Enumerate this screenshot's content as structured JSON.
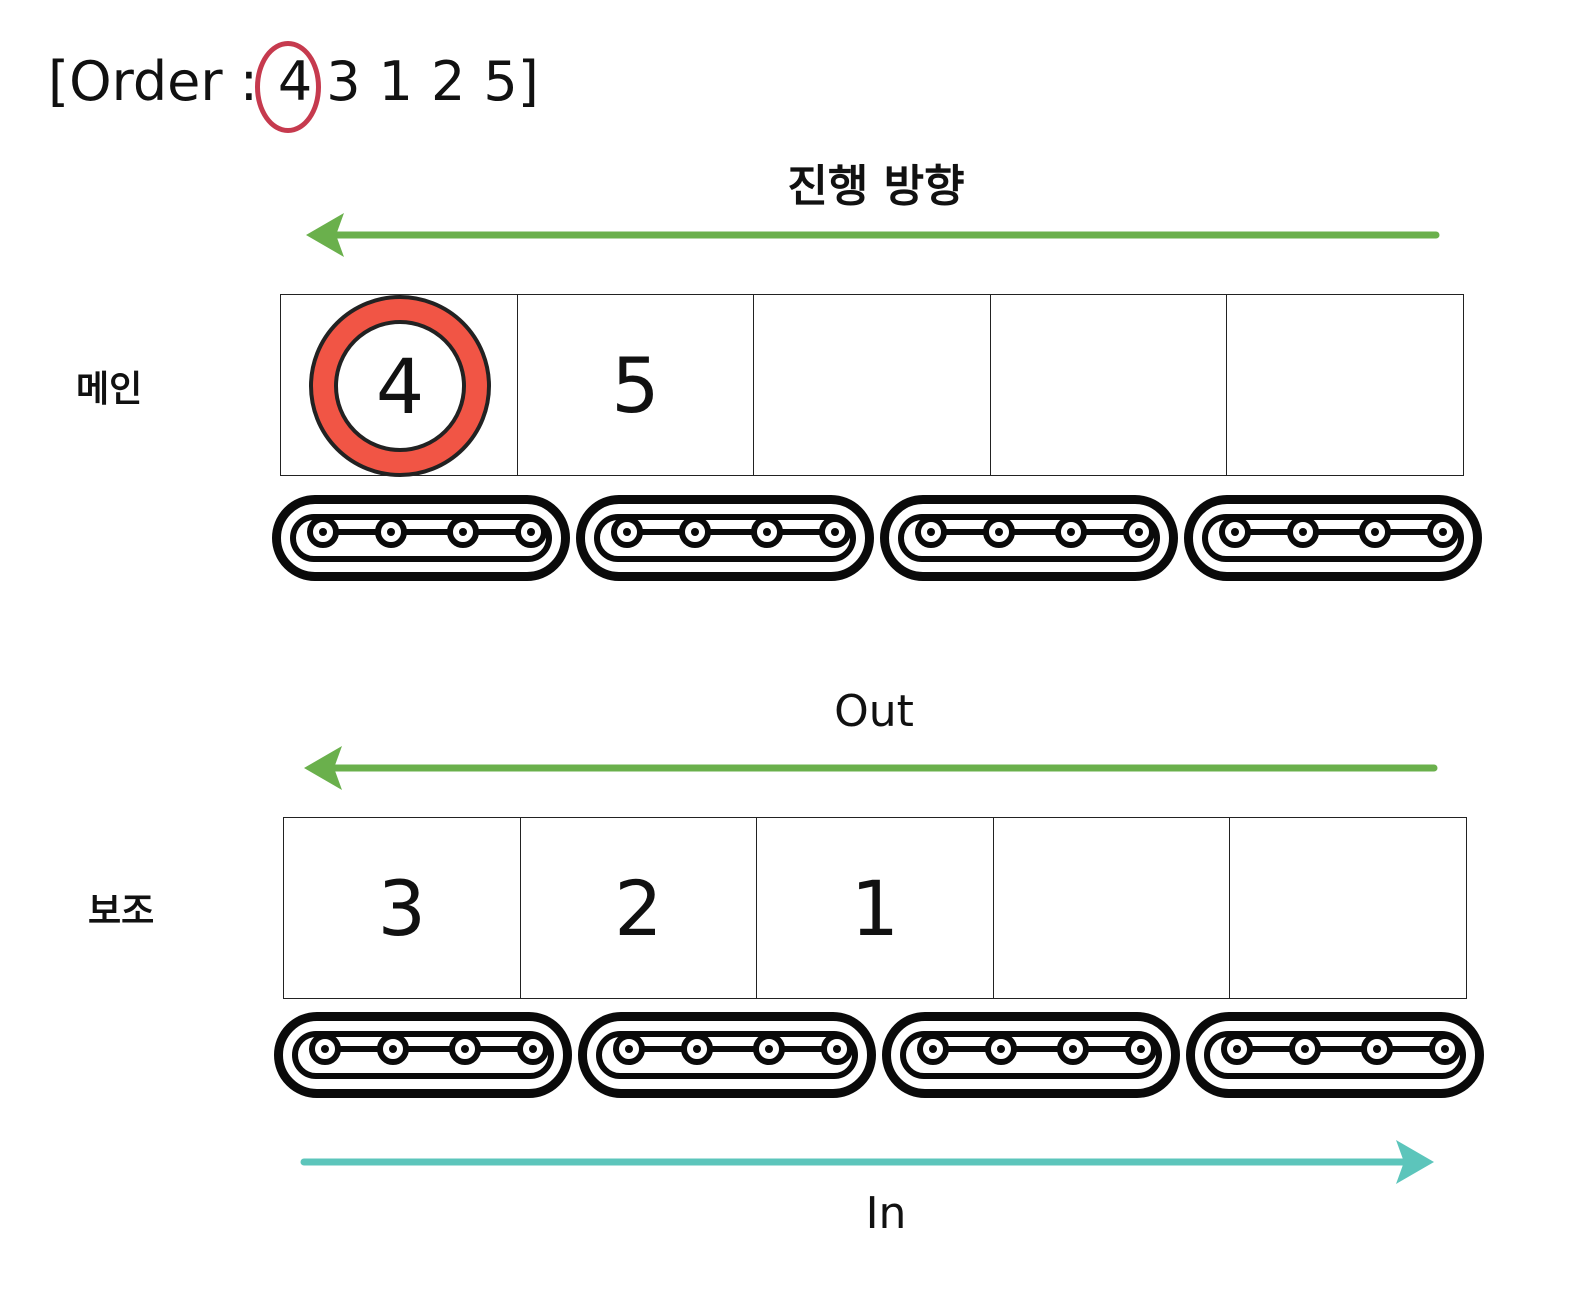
{
  "order": {
    "open": "[Order :",
    "first": "4",
    "rest": [
      "3",
      "1",
      "2",
      "5"
    ],
    "close": "]"
  },
  "direction_label": "진행 방향",
  "main": {
    "label": "메인",
    "slots": [
      "4",
      "5",
      "",
      "",
      ""
    ],
    "highlighted": "4"
  },
  "out_label": "Out",
  "sub": {
    "label": "보조",
    "slots": [
      "3",
      "2",
      "1",
      "",
      ""
    ]
  },
  "in_label": "In",
  "colors": {
    "green_arrow": "#6ab04c",
    "teal_arrow": "#5cc5bb",
    "highlight_red": "#f15545",
    "order_circle": "#c63a4e"
  },
  "icons": [
    "conveyor-belt-icon"
  ]
}
